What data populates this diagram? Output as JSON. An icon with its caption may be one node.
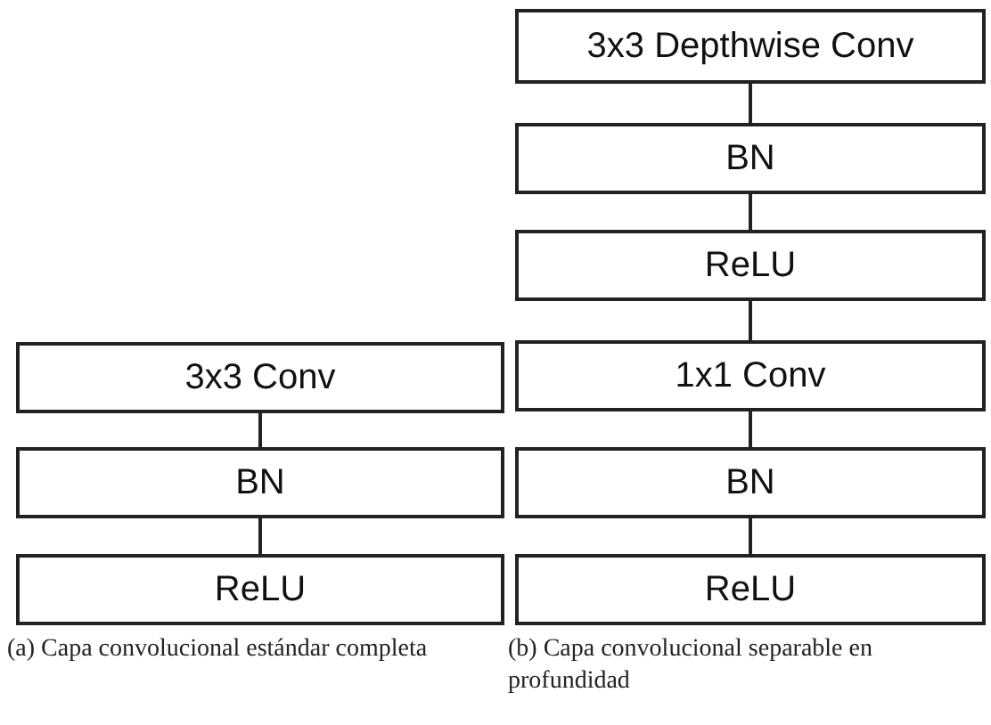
{
  "diagram": {
    "nodes": [
      {
        "text": [
          "3x3 Conv"
        ]
      },
      {
        "text": [
          "BN"
        ]
      },
      {
        "text": [
          "ReLU"
        ]
      },
      {
        "text": [
          "3x3 Depthwise Conv"
        ]
      },
      {
        "text": [
          "BN"
        ]
      },
      {
        "text": [
          "ReLU"
        ]
      },
      {
        "text": [
          "1x1 Conv"
        ]
      },
      {
        "text": [
          "BN"
        ]
      },
      {
        "text": [
          "ReLU"
        ]
      }
    ],
    "edges": [
      {
        "from": 0,
        "to": 1,
        "arrow": "none"
      },
      {
        "from": 1,
        "to": 2,
        "arrow": "none"
      },
      {
        "from": 3,
        "to": 4,
        "arrow": "none"
      },
      {
        "from": 4,
        "to": 5,
        "arrow": "none"
      },
      {
        "from": 5,
        "to": 6,
        "arrow": "none"
      },
      {
        "from": 6,
        "to": 7,
        "arrow": "none"
      },
      {
        "from": 7,
        "to": 8,
        "arrow": "none"
      }
    ],
    "labels": [
      "(a) Capa convolucional estándar completa",
      "(b) Capa convolucional separable en profundidad"
    ]
  }
}
